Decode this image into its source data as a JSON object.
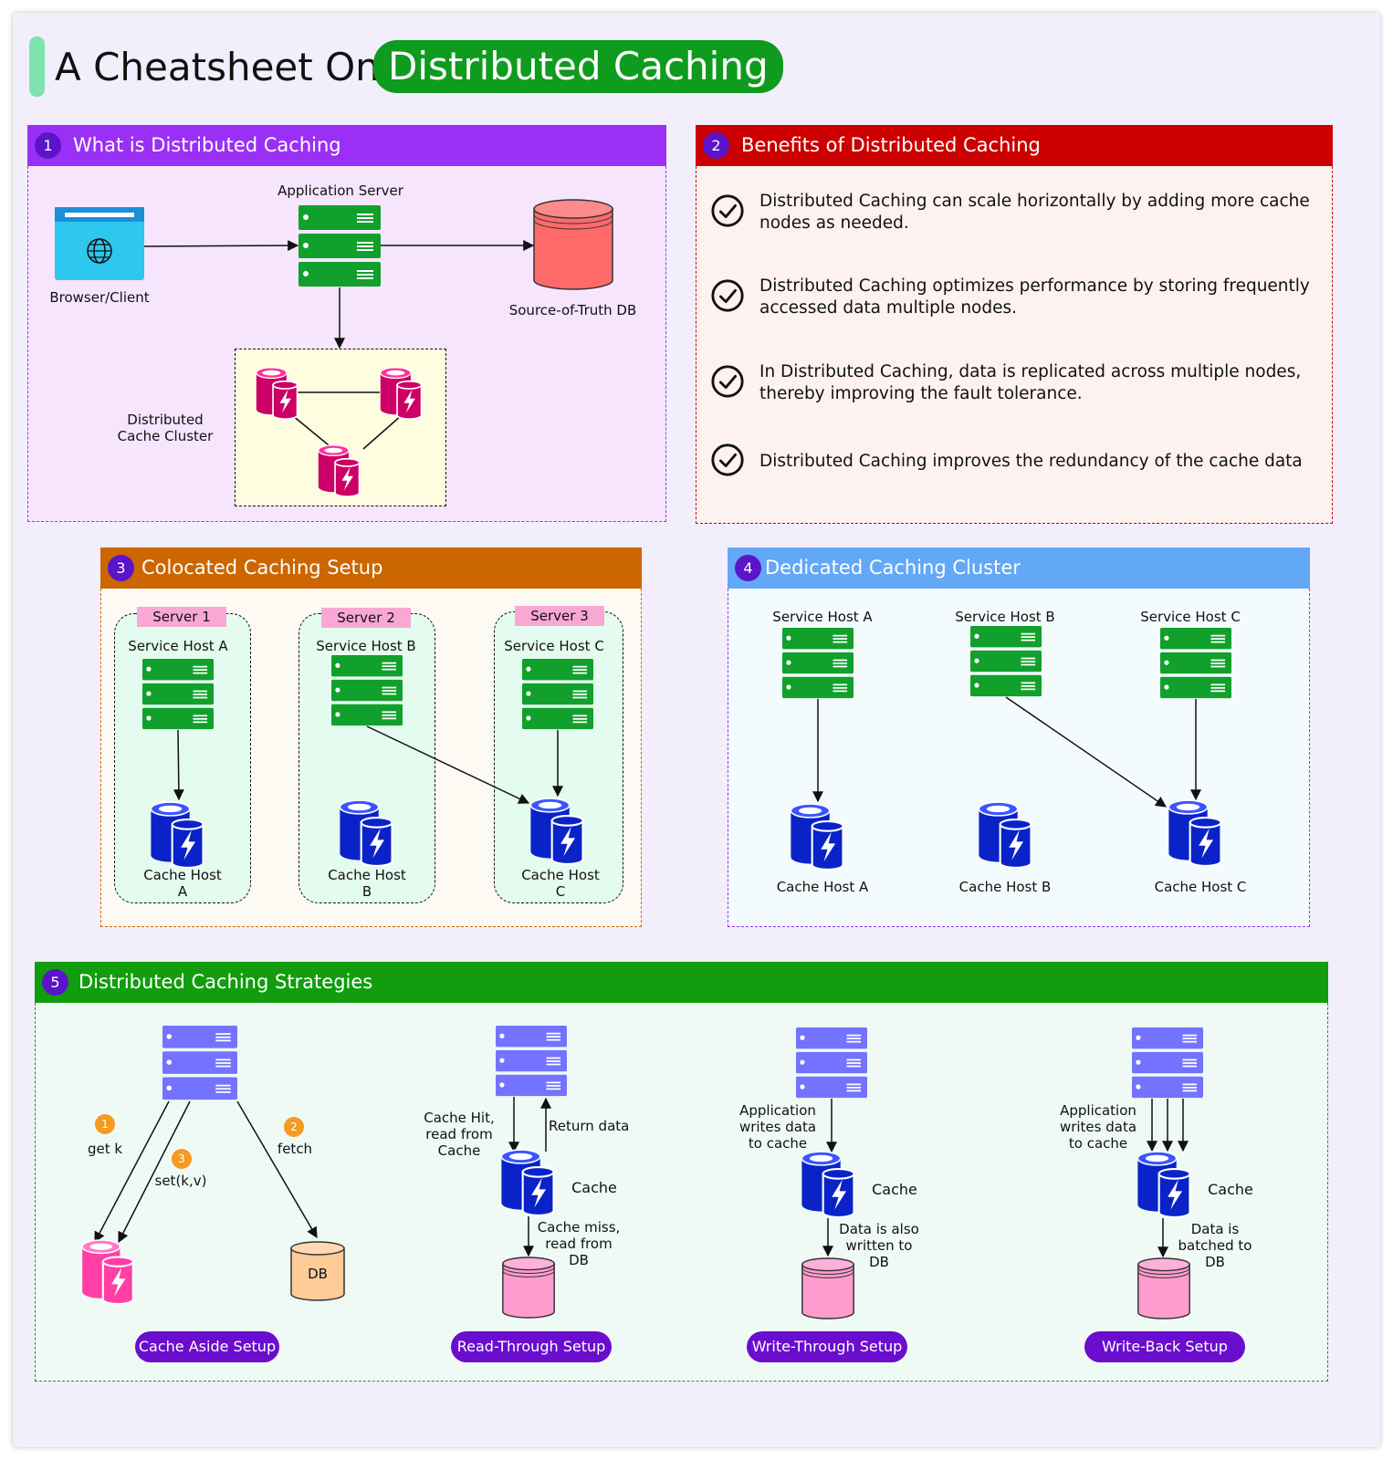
{
  "title": {
    "prefix": "A Cheatsheet On",
    "highlight": "Distributed Caching"
  },
  "colors": {
    "section1": "#9a30f5",
    "section2": "#cc0000",
    "section3": "#cc6600",
    "section4": "#63a7f7",
    "section5": "#119d0e",
    "server_green": "#11a02b",
    "cache_magenta": "#cc0066",
    "cache_blue": "#0a23c8",
    "db_red": "#fe6a6a",
    "pill_purple": "#6a0dce"
  },
  "sections": {
    "s1": {
      "num": "1",
      "title": "What is Distributed Caching",
      "labels": {
        "app_server": "Application Server",
        "browser": "Browser/Client",
        "db": "Source-of-Truth DB",
        "cluster": "Distributed Cache Cluster"
      },
      "icons": [
        "browser-icon",
        "server-icon",
        "database-icon",
        "cache-icon"
      ]
    },
    "s2": {
      "num": "2",
      "title": "Benefits of Distributed Caching",
      "benefits": [
        "Distributed Caching can scale horizontally by adding more cache nodes as needed.",
        "Distributed Caching optimizes performance by storing frequently accessed data multiple nodes.",
        "In Distributed Caching, data is replicated across multiple nodes, thereby improving the fault tolerance.",
        "Distributed Caching improves the redundancy of the cache data"
      ]
    },
    "s3": {
      "num": "3",
      "title": "Colocated Caching Setup",
      "servers": [
        {
          "tag": "Server 1",
          "host": "Service Host A",
          "cache": "Cache Host A"
        },
        {
          "tag": "Server 2",
          "host": "Service Host B",
          "cache": "Cache Host B"
        },
        {
          "tag": "Server 3",
          "host": "Service Host C",
          "cache": "Cache Host C"
        }
      ]
    },
    "s4": {
      "num": "4",
      "title": "Dedicated Caching Cluster",
      "hosts": [
        "Service Host A",
        "Service Host B",
        "Service Host C"
      ],
      "caches": [
        "Cache Host A",
        "Cache Host B",
        "Cache Host C"
      ]
    },
    "s5": {
      "num": "5",
      "title": "Distributed Caching Strategies",
      "aside": {
        "b1": "1",
        "get": "get k",
        "b2": "2",
        "fetch": "fetch",
        "b3": "3",
        "set": "set(k,v)",
        "db": "DB",
        "pill": "Cache Aside Setup"
      },
      "read": {
        "hit": "Cache Hit, read from Cache",
        "ret": "Return data",
        "cache": "Cache",
        "miss": "Cache miss, read from DB",
        "pill": "Read-Through Setup"
      },
      "write": {
        "app": "Application writes data to cache",
        "cache": "Cache",
        "also": "Data is also written to DB",
        "pill": "Write-Through Setup"
      },
      "back": {
        "app": "Application writes data to cache",
        "cache": "Cache",
        "batched": "Data is batched to DB",
        "pill": "Write-Back Setup"
      }
    }
  }
}
